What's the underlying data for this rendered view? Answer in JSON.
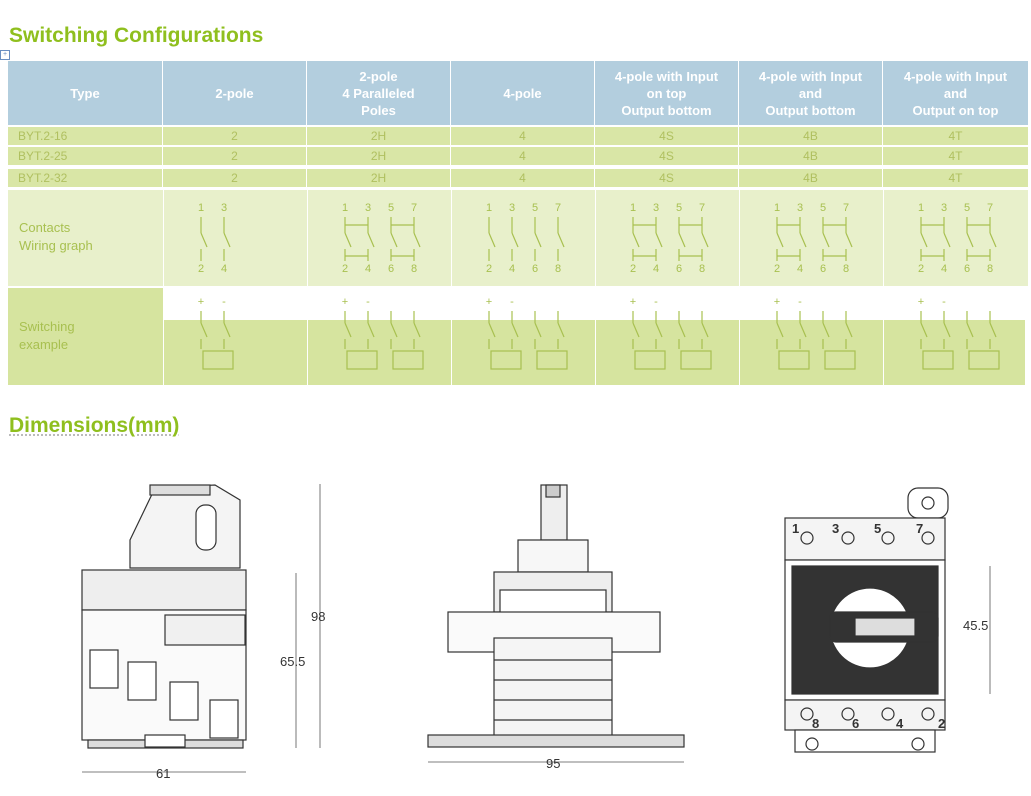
{
  "sections": {
    "switching_title": "Switching Configurations",
    "dimensions_title": "Dimensions(mm)"
  },
  "table": {
    "headers": [
      "Type",
      "2-pole",
      "2-pole\n4 Paralleled\nPoles",
      "4-pole",
      "4-pole with Input\non top\nOutput bottom",
      "4-pole with Input\nand\nOutput bottom",
      "4-pole with Input\nand\nOutput on top"
    ],
    "rows": [
      [
        "BYT.2-16",
        "2",
        "2H",
        "4",
        "4S",
        "4B",
        "4T"
      ],
      [
        "BYT.2-25",
        "2",
        "2H",
        "4",
        "4S",
        "4B",
        "4T"
      ],
      [
        "BYT.2-32",
        "2",
        "2H",
        "4",
        "4S",
        "4B",
        "4T"
      ]
    ],
    "contacts_label": "Contacts\nWiring graph",
    "switching_label": "Switching\nexample",
    "wiring_top_2": [
      "1",
      "3"
    ],
    "wiring_bot_2": [
      "2",
      "4"
    ],
    "wiring_top_4": [
      "1",
      "3",
      "5",
      "7"
    ],
    "wiring_bot_4": [
      "2",
      "4",
      "6",
      "8"
    ]
  },
  "dimensions": {
    "side_height": "98",
    "side_body_height": "65.5",
    "side_width": "61",
    "front_width": "95",
    "top_height": "45.5",
    "terminal_top": [
      "1",
      "3",
      "5",
      "7"
    ],
    "terminal_bottom": [
      "8",
      "6",
      "4",
      "2"
    ]
  },
  "colors": {
    "title": "#8fbf1e",
    "header_bg": "#b3cede",
    "row_bg": "#d9e6a6",
    "diagram_line": "#a8c050"
  }
}
